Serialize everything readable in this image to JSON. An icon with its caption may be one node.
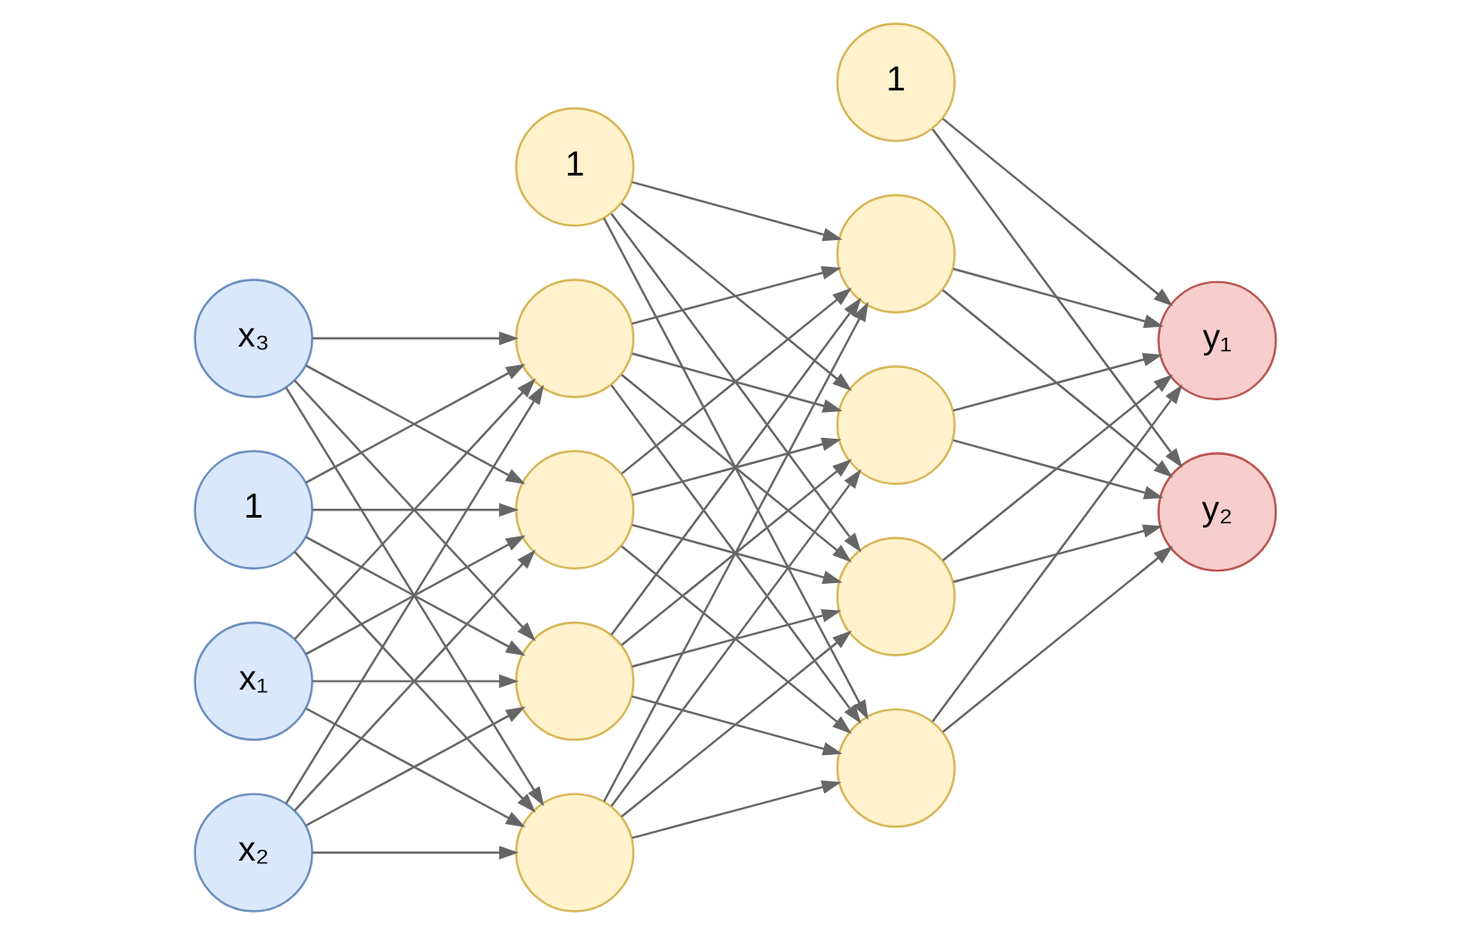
{
  "diagram": {
    "nodes": [
      {
        "text": [
          "x₁"
        ]
      },
      {
        "text": [
          "x₂"
        ]
      },
      {
        "text": [
          "x₃"
        ]
      },
      {
        "text": [
          "1"
        ]
      },
      {
        "text": [],
        "shape": "circle"
      },
      {
        "text": [],
        "shape": "circle"
      },
      {
        "text": [],
        "shape": "circle"
      },
      {
        "text": [],
        "shape": "circle"
      },
      {
        "text": [
          "1"
        ]
      },
      {
        "text": [],
        "shape": "circle"
      },
      {
        "text": [],
        "shape": "circle"
      },
      {
        "text": [],
        "shape": "circle"
      },
      {
        "text": [],
        "shape": "circle"
      },
      {
        "text": [
          "1"
        ]
      },
      {
        "text": [
          "y₁"
        ]
      },
      {
        "text": [
          "y₂"
        ]
      }
    ],
    "edges": [
      {
        "from": 0,
        "to": 4,
        "arrow": "to"
      },
      {
        "from": 0,
        "to": 5,
        "arrow": "to"
      },
      {
        "from": 0,
        "to": 6,
        "arrow": "to"
      },
      {
        "from": 0,
        "to": 7,
        "arrow": "to"
      },
      {
        "from": 1,
        "to": 4,
        "arrow": "to"
      },
      {
        "from": 1,
        "to": 5,
        "arrow": "to"
      },
      {
        "from": 1,
        "to": 6,
        "arrow": "to"
      },
      {
        "from": 1,
        "to": 7,
        "arrow": "to"
      },
      {
        "from": 2,
        "to": 4,
        "arrow": "to"
      },
      {
        "from": 2,
        "to": 5,
        "arrow": "to"
      },
      {
        "from": 2,
        "to": 6,
        "arrow": "to"
      },
      {
        "from": 2,
        "to": 7,
        "arrow": "to"
      },
      {
        "from": 3,
        "to": 4,
        "arrow": "to"
      },
      {
        "from": 3,
        "to": 5,
        "arrow": "to"
      },
      {
        "from": 3,
        "to": 6,
        "arrow": "to"
      },
      {
        "from": 3,
        "to": 7,
        "arrow": "to"
      },
      {
        "from": 4,
        "to": 9,
        "arrow": "to"
      },
      {
        "from": 4,
        "to": 10,
        "arrow": "to"
      },
      {
        "from": 4,
        "to": 11,
        "arrow": "to"
      },
      {
        "from": 4,
        "to": 12,
        "arrow": "to"
      },
      {
        "from": 5,
        "to": 9,
        "arrow": "to"
      },
      {
        "from": 5,
        "to": 10,
        "arrow": "to"
      },
      {
        "from": 5,
        "to": 11,
        "arrow": "to"
      },
      {
        "from": 5,
        "to": 12,
        "arrow": "to"
      },
      {
        "from": 6,
        "to": 9,
        "arrow": "to"
      },
      {
        "from": 6,
        "to": 10,
        "arrow": "to"
      },
      {
        "from": 6,
        "to": 11,
        "arrow": "to"
      },
      {
        "from": 6,
        "to": 12,
        "arrow": "to"
      },
      {
        "from": 7,
        "to": 9,
        "arrow": "to"
      },
      {
        "from": 7,
        "to": 10,
        "arrow": "to"
      },
      {
        "from": 7,
        "to": 11,
        "arrow": "to"
      },
      {
        "from": 7,
        "to": 12,
        "arrow": "to"
      },
      {
        "from": 8,
        "to": 9,
        "arrow": "to"
      },
      {
        "from": 8,
        "to": 10,
        "arrow": "to"
      },
      {
        "from": 8,
        "to": 11,
        "arrow": "to"
      },
      {
        "from": 8,
        "to": 12,
        "arrow": "to"
      },
      {
        "from": 9,
        "to": 14,
        "arrow": "to"
      },
      {
        "from": 9,
        "to": 15,
        "arrow": "to"
      },
      {
        "from": 10,
        "to": 14,
        "arrow": "to"
      },
      {
        "from": 10,
        "to": 15,
        "arrow": "to"
      },
      {
        "from": 11,
        "to": 14,
        "arrow": "to"
      },
      {
        "from": 11,
        "to": 15,
        "arrow": "to"
      },
      {
        "from": 12,
        "to": 14,
        "arrow": "to"
      },
      {
        "from": 12,
        "to": 15,
        "arrow": "to"
      },
      {
        "from": 13,
        "to": 14,
        "arrow": "to"
      },
      {
        "from": 13,
        "to": 15,
        "arrow": "to"
      }
    ]
  }
}
